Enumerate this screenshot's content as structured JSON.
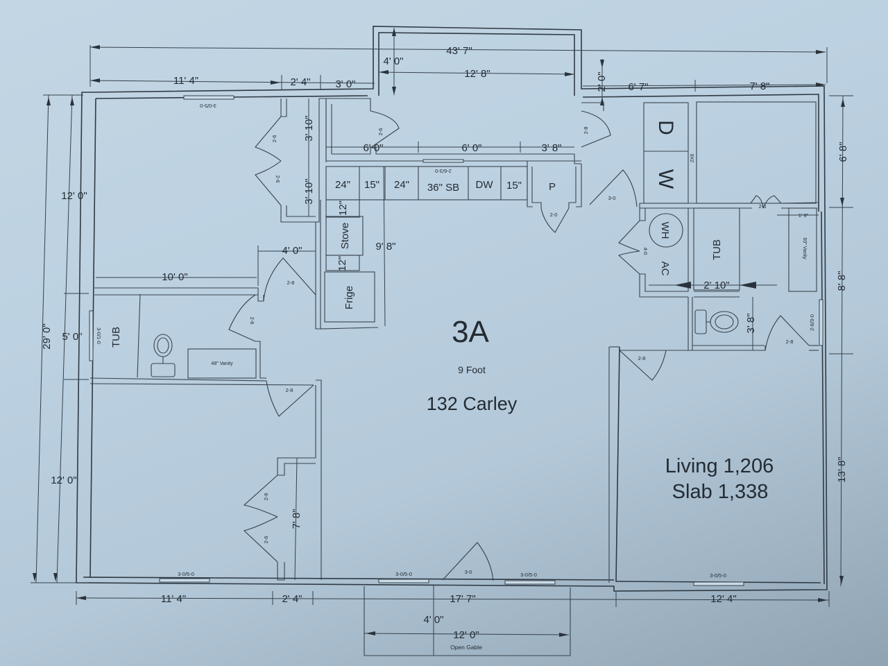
{
  "plan": {
    "title": "3A",
    "ceiling": "9 Foot",
    "address": "132 Carley",
    "living_label": "Living 1,206",
    "slab_label": "Slab 1,338",
    "colors": {
      "paper": "#bcd1e1",
      "ink": "#2f3a44"
    }
  },
  "dimensions": {
    "top": {
      "overall": "43' 7\"",
      "bump_depth": "4' 0\"",
      "bump_width": "12' 8\"",
      "right_offset": "2' 0\"",
      "left_bedroom": "11' 4\"",
      "closet": "2' 4\"",
      "hall": "3' 0\"",
      "laundry": "6' 7\"",
      "right_room": "7' 8\""
    },
    "left": {
      "overall": "29' 0\"",
      "bedroom_top": "12' 0\"",
      "bath": "5' 0\"",
      "bedroom_bottom": "12' 0\""
    },
    "right": {
      "top": "6' 8\"",
      "middle": "8' 8\"",
      "bottom": "13' 8\""
    },
    "bottom": {
      "left_bedroom": "11' 4\"",
      "closet": "2' 4\"",
      "great_room": "17' 7\"",
      "right_room": "12' 4\"",
      "porch_depth": "4' 0\"",
      "porch_width": "12' 0\"",
      "porch_note": "Open Gable"
    },
    "interior": {
      "closet_upper": "3' 10\"",
      "closet_lower": "3' 10\"",
      "kitchen_a": "6' 0\"",
      "kitchen_b": "6' 0\"",
      "kitchen_c": "3' 8\"",
      "hall_width": "4' 0\"",
      "bedroom_width": "10' 0\"",
      "kitchen_depth": "9' 8\"",
      "closet_bottom": "7' 8\"",
      "bath_tub_width": "2' 10\"",
      "toilet_room": "3' 8\"",
      "vanity_offset": "1' 9\""
    }
  },
  "cabinets": [
    "24\"",
    "15\"",
    "24\"",
    "36\" SB",
    "DW",
    "15\""
  ],
  "fixtures": {
    "pantry": "P",
    "stove": "Stove",
    "stove_fill_top": "12\"",
    "stove_fill_bottom": "12\"",
    "fridge": "Frige",
    "dryer": "D",
    "washer": "W",
    "water_heater": "WH",
    "ac": "AC",
    "tub_left": "TUB",
    "tub_right": "TUB",
    "vanity_left": "48\" Vanity",
    "vanity_right": "60\" Vanity"
  },
  "openings": {
    "window_bed1_top": "3-0/5-0",
    "window_bed2_bottom": "3-0/5-0",
    "window_front_left": "3-0/5-0",
    "window_front_right": "3-0/5-0",
    "window_living": "3-0/5-0",
    "window_kitchen": "2-6/3-0",
    "window_bath_left": "3-0/1-0",
    "window_bath_right": "2-6/3-0",
    "front_door": "3-0",
    "closet_door_1a": "2-6",
    "closet_door_1b": "2-6",
    "closet_door_2a": "2-6",
    "closet_door_2b": "2-6",
    "door_laundry_hall": "2-6",
    "door_bed1": "2-8",
    "door_bath": "2-6",
    "door_bed2": "2-8",
    "door_pantry": "2-0",
    "door_right_entry": "2-8",
    "door_utility": "3-0",
    "door_mech": "4-0",
    "door_closet_right": "2-0",
    "door_master_bath": "2-8",
    "door_master": "2-8",
    "laundry_note": "2X6"
  }
}
